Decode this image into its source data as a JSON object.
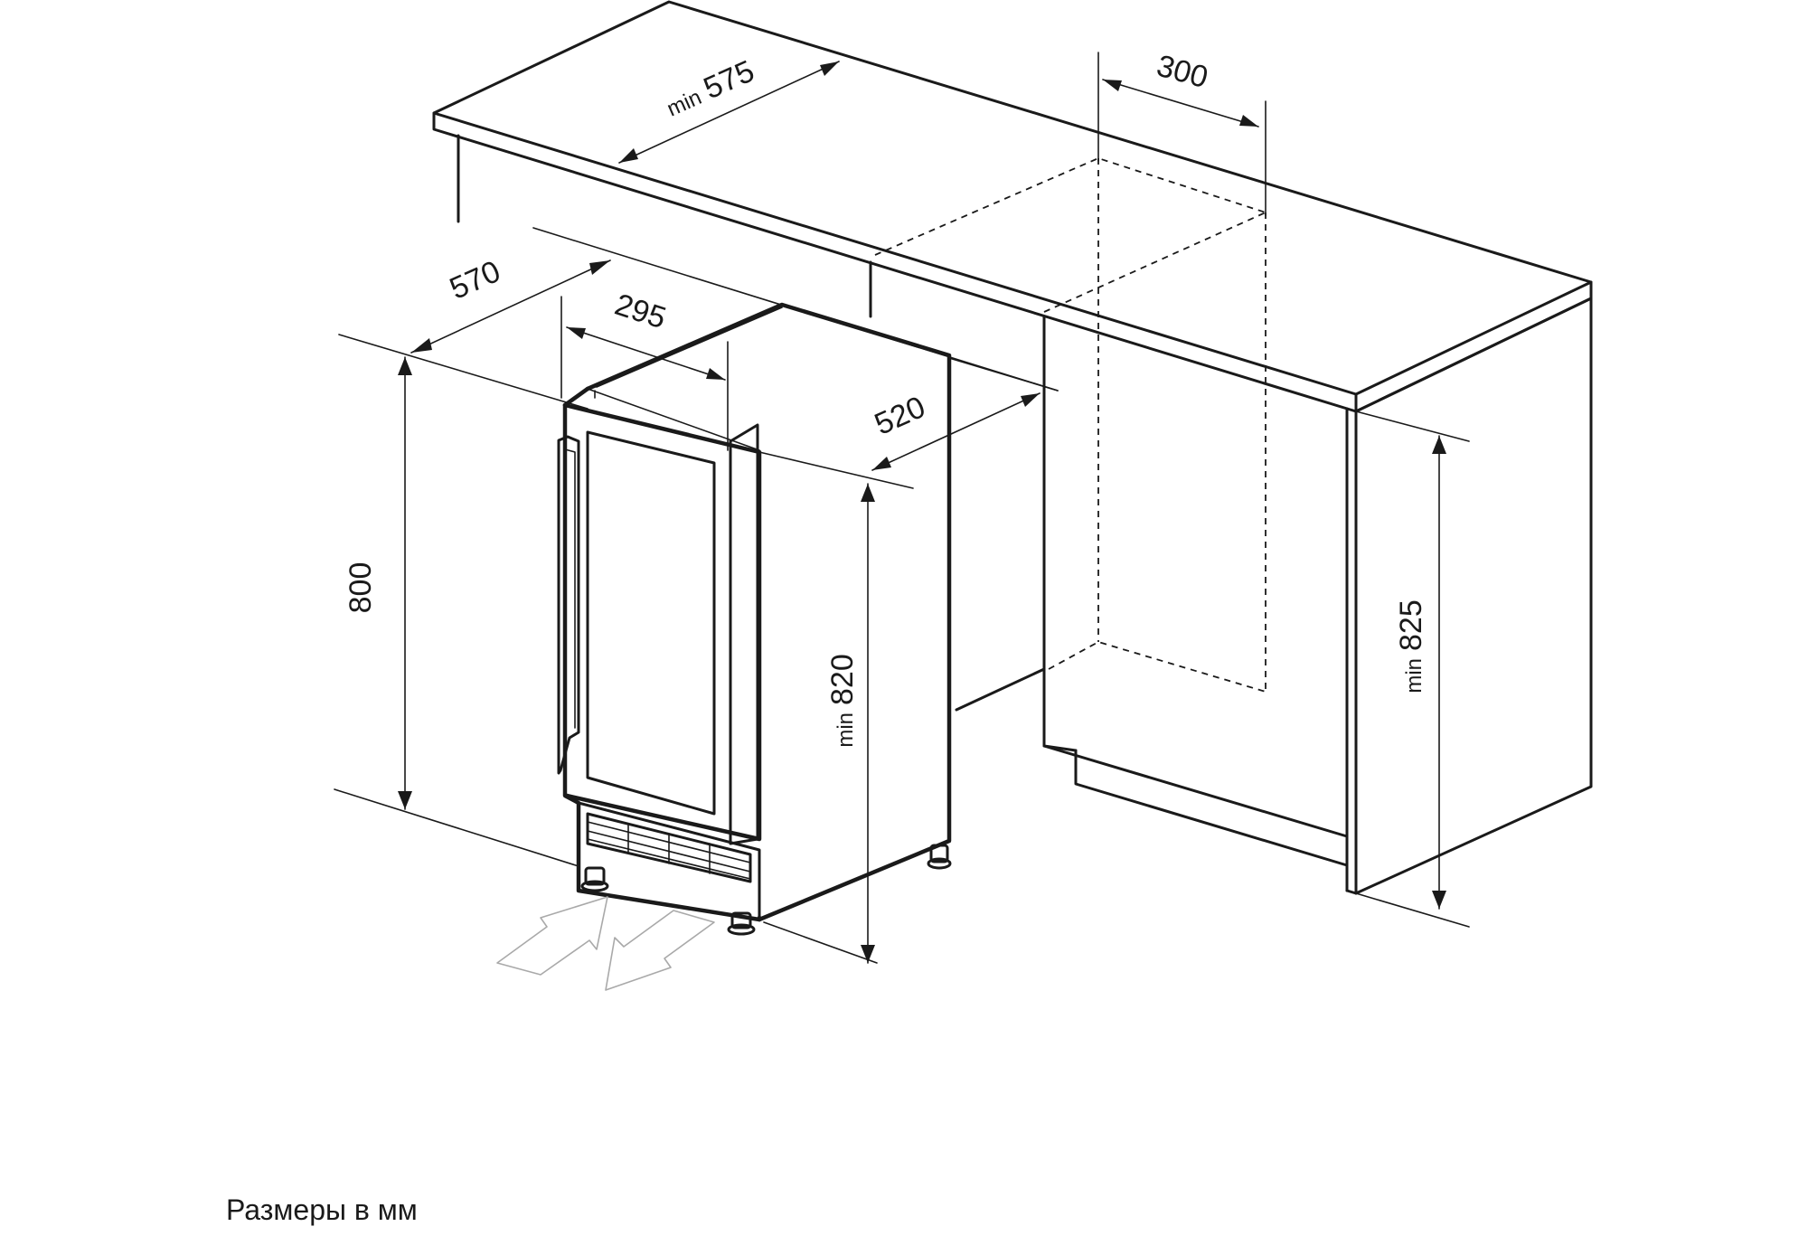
{
  "diagram": {
    "units_note": "Размеры в мм",
    "dimensions": {
      "counter_depth_min": {
        "prefix": "min",
        "value": "575"
      },
      "vent_gap": {
        "value": "300"
      },
      "total_depth": {
        "value": "570"
      },
      "appliance_width": {
        "value": "295"
      },
      "appliance_depth": {
        "value": "520"
      },
      "appliance_height": {
        "value": "800"
      },
      "niche_height_min": {
        "prefix": "min",
        "value": "820"
      },
      "counter_height_min": {
        "prefix": "min",
        "value": "825"
      }
    },
    "icons": [
      "counter-top-icon",
      "wine-cooler-icon",
      "cabinet-niche-icon",
      "air-intake-arrow-icon",
      "air-exhaust-arrow-icon"
    ],
    "colors": {
      "line": "#1a1a1a",
      "airflow": "#a9a9a9",
      "background": "#ffffff"
    }
  }
}
